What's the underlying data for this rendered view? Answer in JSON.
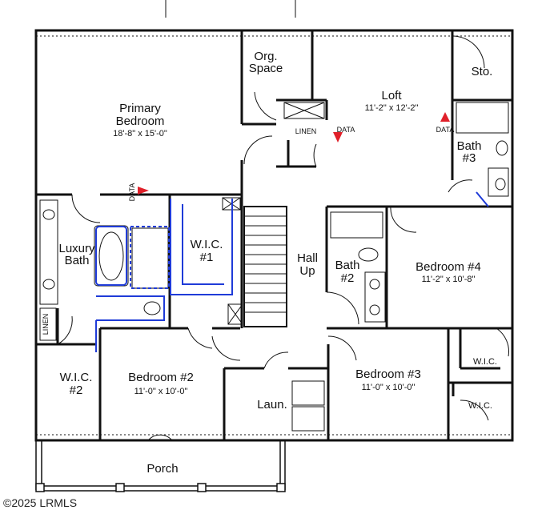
{
  "rooms": {
    "primary_bedroom": {
      "name_line1": "Primary",
      "name_line2": "Bedroom",
      "dims": "18'-8\" x 15'-0\""
    },
    "org_space": {
      "line1": "Org.",
      "line2": "Space"
    },
    "loft": {
      "name": "Loft",
      "dims": "11'-2\" x 12'-2\""
    },
    "storage": {
      "name": "Sto."
    },
    "bath3": {
      "line1": "Bath",
      "line2": "#3"
    },
    "linen_upper": {
      "name": "LINEN"
    },
    "luxury_bath": {
      "line1": "Luxury",
      "line2": "Bath"
    },
    "wic1": {
      "line1": "W.I.C.",
      "line2": "#1"
    },
    "hall": {
      "line1": "Hall",
      "line2": "Up"
    },
    "bath2": {
      "line1": "Bath",
      "line2": "#2"
    },
    "bedroom4": {
      "name": "Bedroom #4",
      "dims": "11'-2\" x 10'-8\""
    },
    "linen_left": {
      "name": "LINEN"
    },
    "wic2": {
      "line1": "W.I.C.",
      "line2": "#2"
    },
    "bedroom2": {
      "name": "Bedroom #2",
      "dims": "11'-0\" x 10'-0\""
    },
    "laundry": {
      "name": "Laun."
    },
    "bedroom3": {
      "name": "Bedroom #3",
      "dims": "11'-0\" x 10'-0\""
    },
    "wic_b4": {
      "name": "W.I.C."
    },
    "wic_b3": {
      "name": "W.I.C."
    },
    "porch": {
      "name": "Porch"
    }
  },
  "markers": {
    "data_label": "DATA"
  },
  "colors": {
    "wall": "#111111",
    "fixture": "#1f3bd8",
    "marker": "#e0202a"
  },
  "copyright": "©2025 LRMLS"
}
